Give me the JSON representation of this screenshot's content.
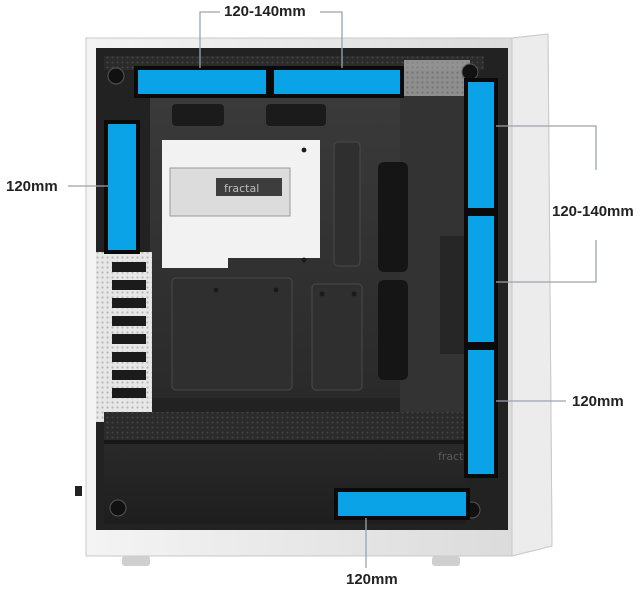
{
  "labels": {
    "top_fans": "120-140mm",
    "side_fan": "120mm",
    "front_upper_fans": "120-140mm",
    "front_lower_fan": "120mm",
    "bottom_fan": "120mm"
  },
  "colors": {
    "fan_fill": "#0aa3e8",
    "fan_border": "#0a0a0a",
    "callout_line": "#9aa3ab",
    "label_text": "#222222"
  },
  "logos": {
    "bracket_logo": "fractal",
    "psu_shroud_logo": "fractal"
  }
}
